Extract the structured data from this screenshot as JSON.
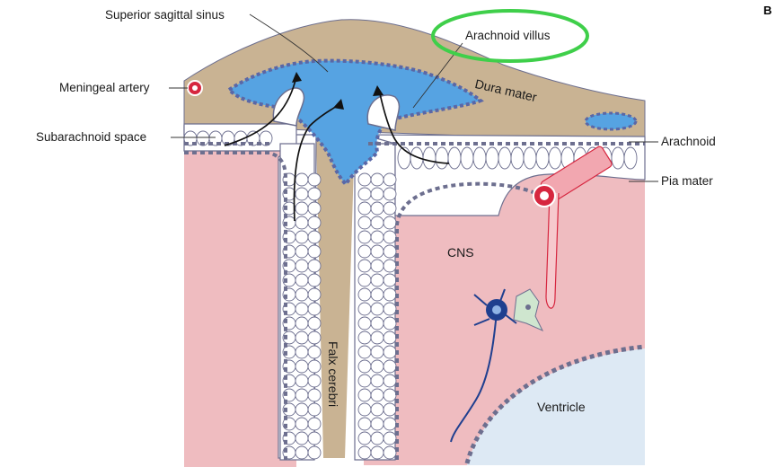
{
  "panel_label": "B",
  "labels": {
    "superior_sagittal_sinus": "Superior sagittal sinus",
    "arachnoid_villus": "Arachnoid villus",
    "meningeal_artery": "Meningeal artery",
    "subarachnoid_space": "Subarachnoid space",
    "dura_mater": "Dura mater",
    "arachnoid": "Arachnoid",
    "pia_mater": "Pia mater",
    "cns": "CNS",
    "falx_cerebri": "Falx cerebri",
    "ventricle": "Ventricle"
  },
  "colors": {
    "dura": "#c9b393",
    "sinus": "#56a3e2",
    "cns_tissue": "#efbcc0",
    "ventricle": "#dde9f4",
    "vessel": "#d6263f",
    "highlight_ring": "#3fcf4a",
    "neuron": "#1f3f8f",
    "glia": "#cfe6cf"
  }
}
